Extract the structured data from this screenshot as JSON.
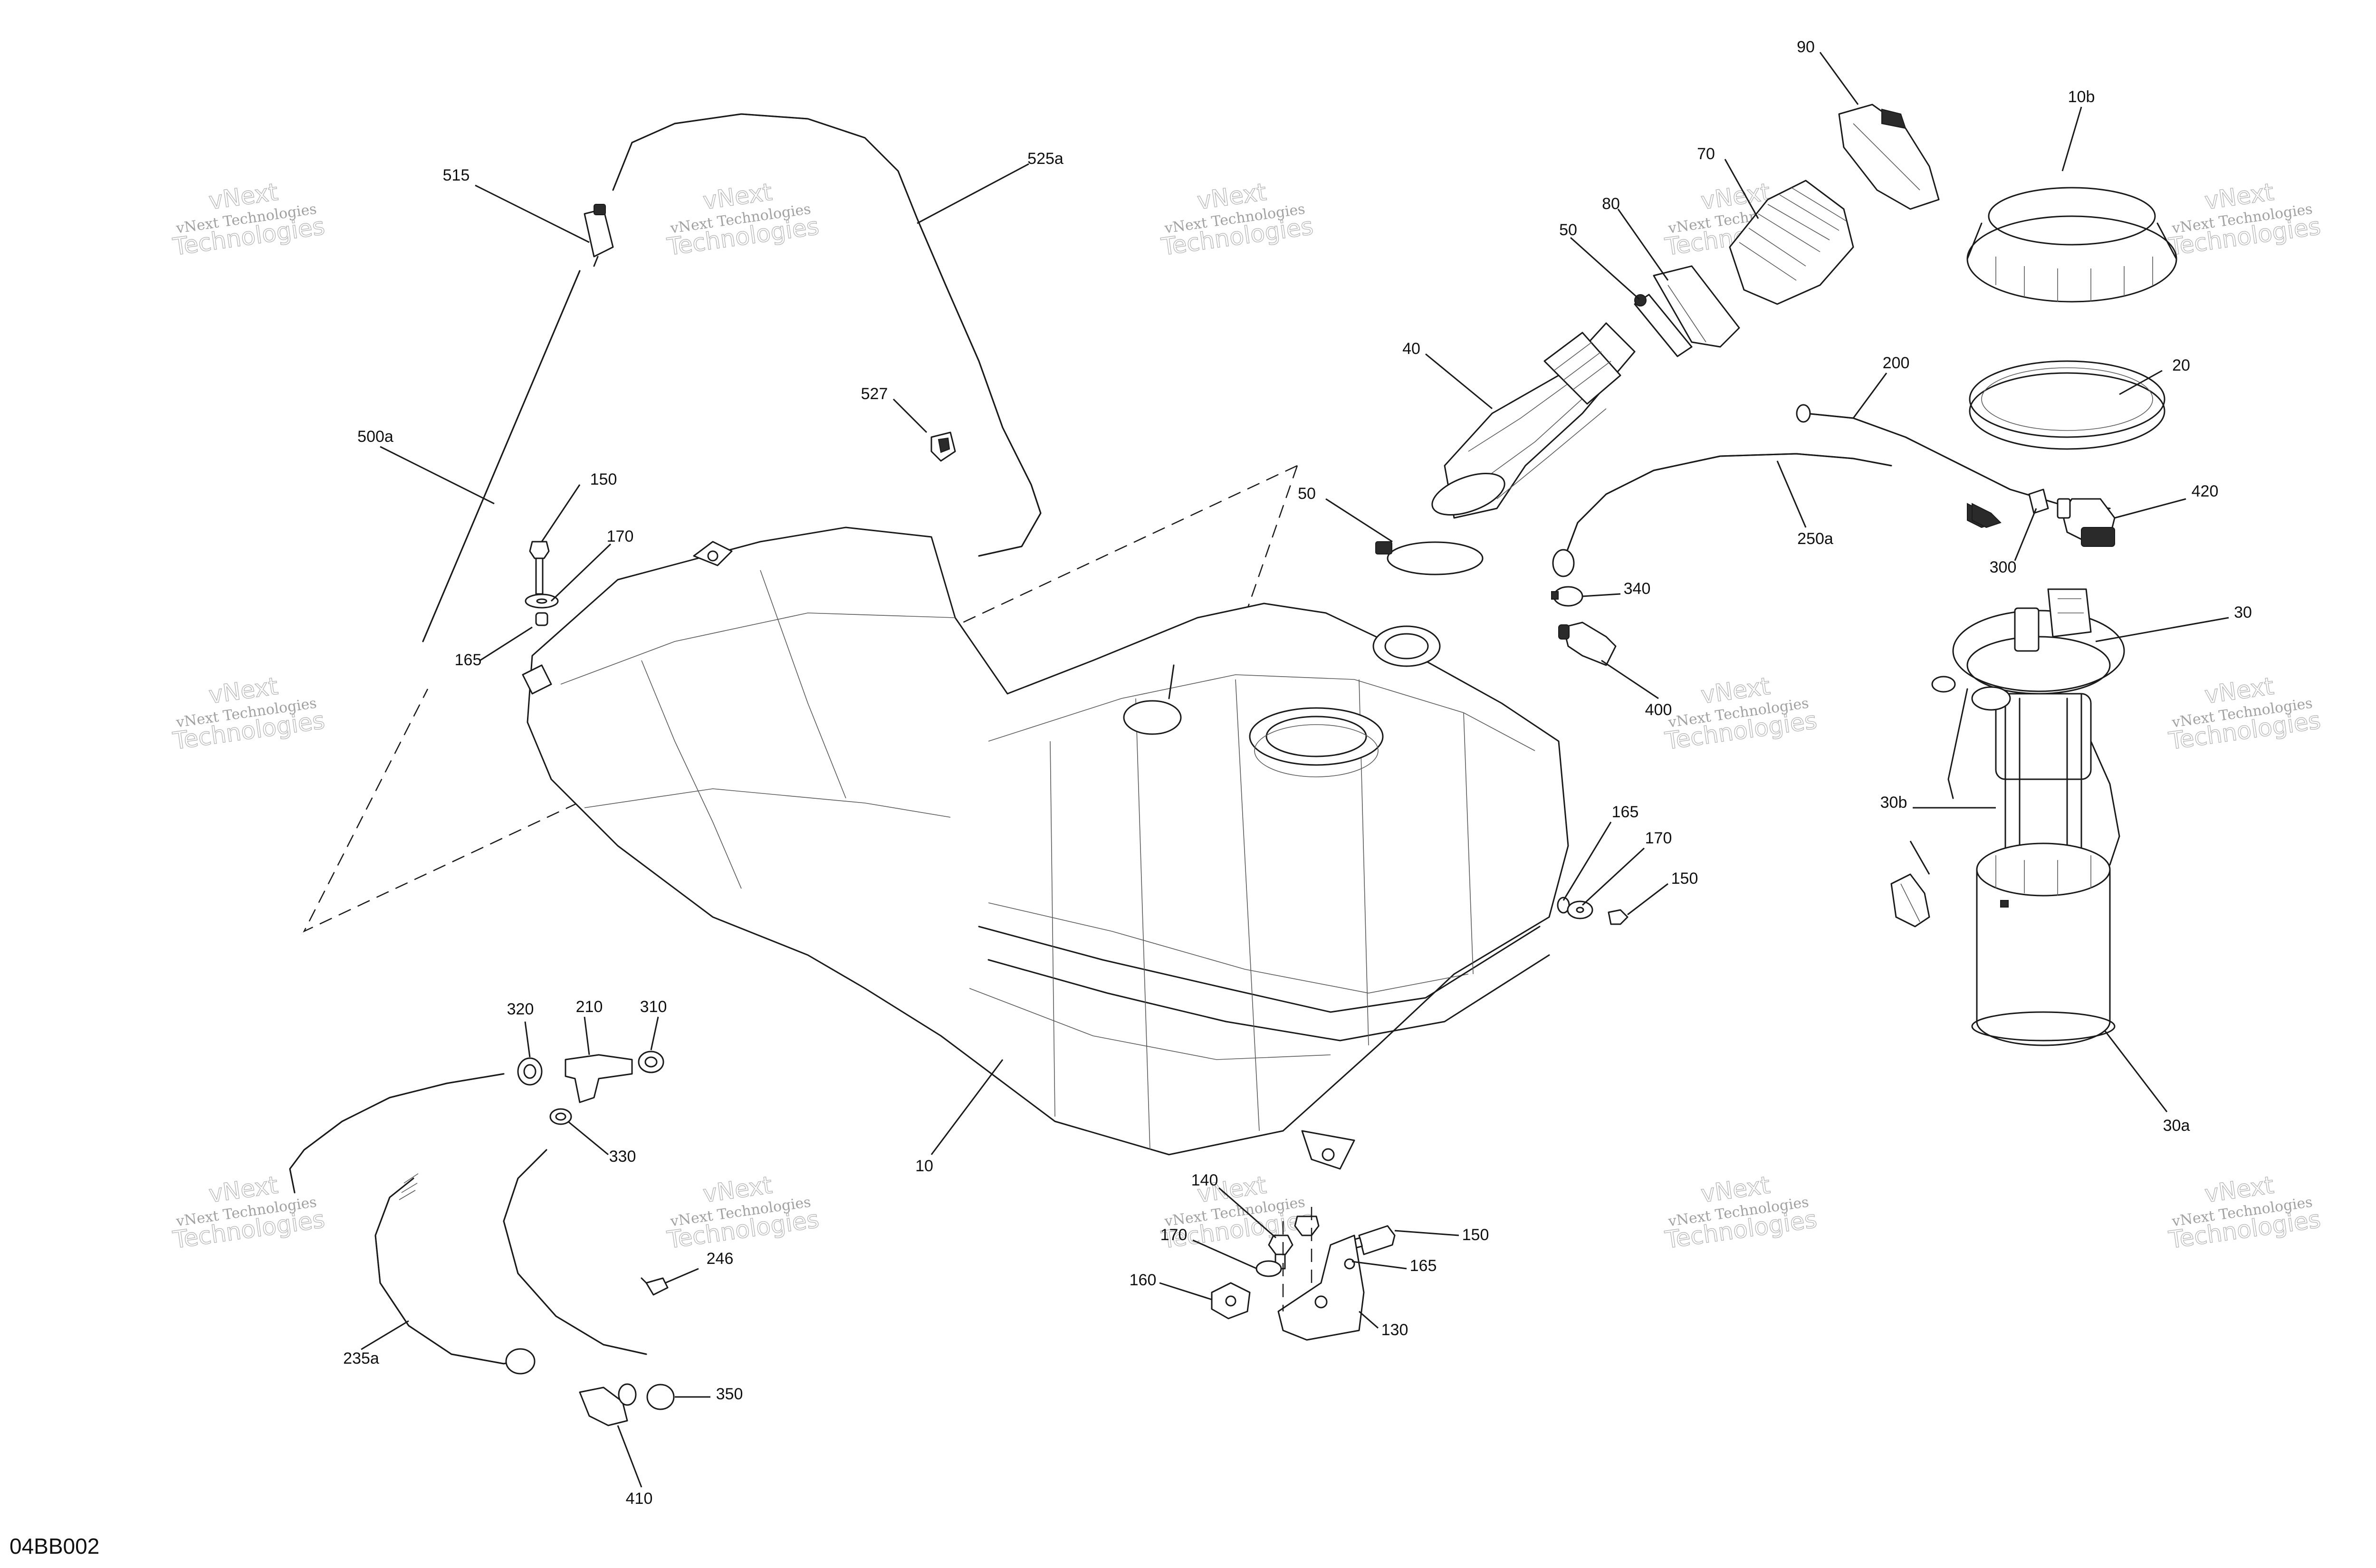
{
  "diagram": {
    "figure_code": "04BB002",
    "watermark": {
      "line1": "vNext Technologies",
      "line2": "vNext",
      "line3": "Technologies"
    },
    "callouts": [
      "515",
      "525a",
      "500a",
      "527",
      "150",
      "170",
      "165",
      "10",
      "90",
      "10b",
      "70",
      "80",
      "50",
      "40",
      "50",
      "200",
      "20",
      "250a",
      "420",
      "300",
      "340",
      "400",
      "30",
      "30b",
      "30a",
      "165",
      "170",
      "150",
      "320",
      "210",
      "310",
      "330",
      "246",
      "235a",
      "350",
      "410",
      "140",
      "170",
      "160",
      "150",
      "165",
      "130"
    ]
  }
}
